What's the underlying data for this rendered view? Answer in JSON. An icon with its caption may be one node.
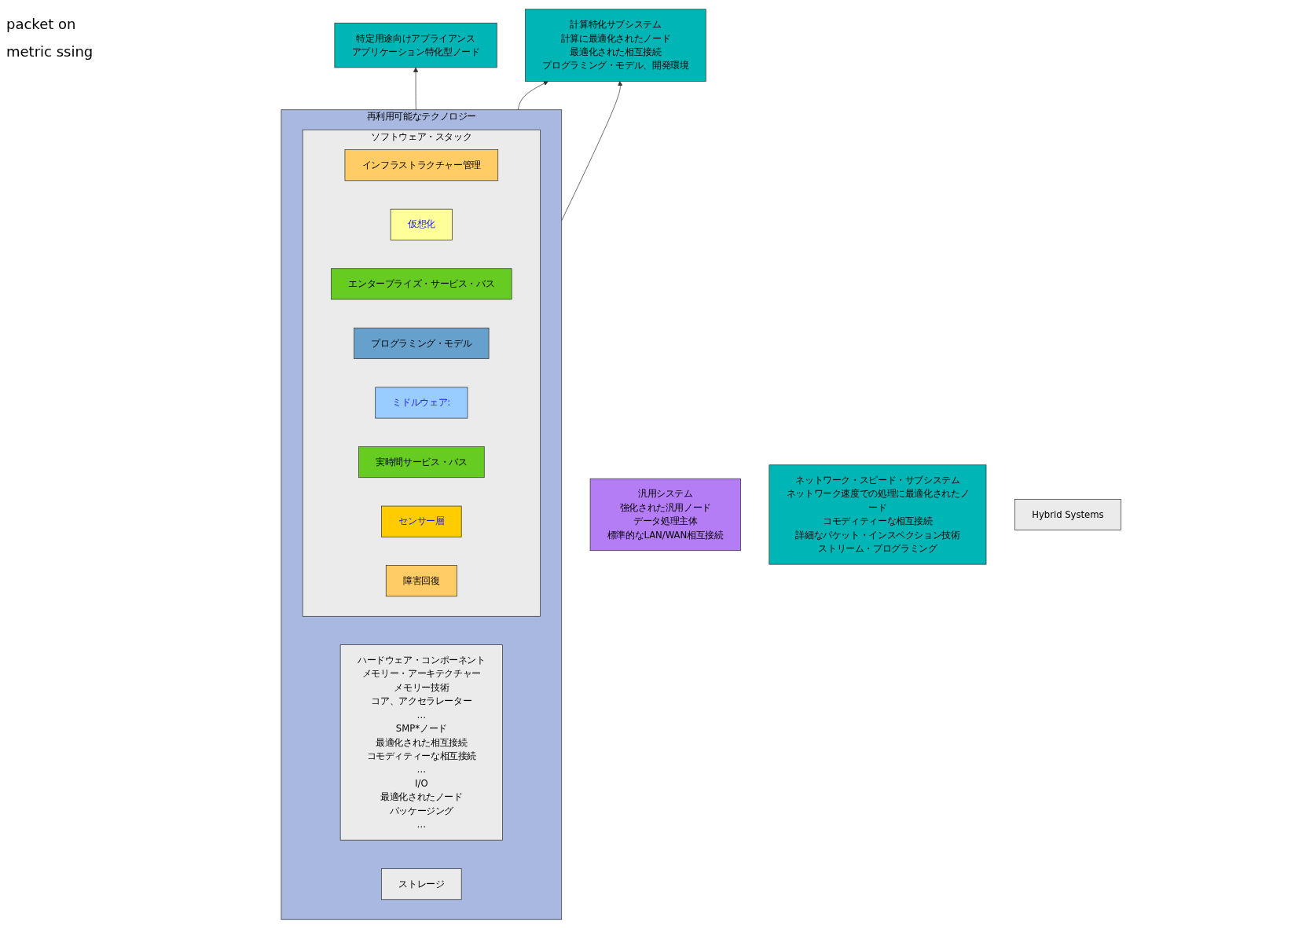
{
  "diagram": {
    "nodes": [
      {
        "text": [
          "汎用システム",
          "強化された汎用ノード",
          "データ処理主体",
          "標準的なLAN/WAN相互接続"
        ]
      },
      {
        "text": [
          "ネットワーク・スピード・サブシステム",
          "ネットワーク速度での処理に最適化されたノード",
          "コモディティーな相互接続",
          "詳細なパケット・インスペクション技術",
          "ストリーム・プログラミング"
        ]
      },
      {
        "text": [
          "Hybrid Systems"
        ]
      },
      {
        "text": [
          "特定用途向けアプライアンス",
          "アプリケーション特化型ノード"
        ]
      },
      {
        "text": [
          "計算特化サブシステム",
          "計算に最適化されたノード",
          "最適化された相互接続",
          "プログラミング・モデル、開発環境"
        ]
      },
      {
        "text": [
          "再利用可能なテクノロジー"
        ]
      },
      {
        "text": [
          "ハードウェア・コンポーネント",
          "メモリー・アーキテクチャー",
          "メモリー技術",
          "コア、アクセラレーター",
          "…",
          "SMP*ノード",
          "最適化された相互接続",
          "コモディティーな相互接続",
          "…",
          "I/O",
          "最適化されたノード",
          "パッケージング",
          "…"
        ],
        "in": 5
      },
      {
        "text": [
          "ストレージ"
        ],
        "in": 5
      },
      {
        "text": [
          "ソフトウェア・スタック"
        ],
        "in": 5
      },
      {
        "text": [
          "インフラストラクチャー管理"
        ],
        "in": 8
      },
      {
        "text": [
          "仮想化"
        ],
        "in": 8
      },
      {
        "text": [
          "エンタープライズ・サービス・バス"
        ],
        "in": 8
      },
      {
        "text": [
          "プログラミング・モデル"
        ],
        "in": 8
      },
      {
        "text": [
          "ミドルウェア:"
        ],
        "in": 8
      },
      {
        "text": [
          "実時間サービス・バス"
        ],
        "in": 8
      },
      {
        "text": [
          "センサー層"
        ],
        "in": 8
      },
      {
        "text": [
          "障害回復"
        ],
        "in": 8
      }
    ],
    "edges": [
      {
        "from": 5,
        "to": 3,
        "arrow": "to"
      },
      {
        "from": 5,
        "to": 4,
        "arrow": "to"
      },
      {
        "from": 5,
        "to": 4,
        "arrow": "to"
      }
    ],
    "labels": [
      "packet on",
      "metric ssing"
    ]
  }
}
